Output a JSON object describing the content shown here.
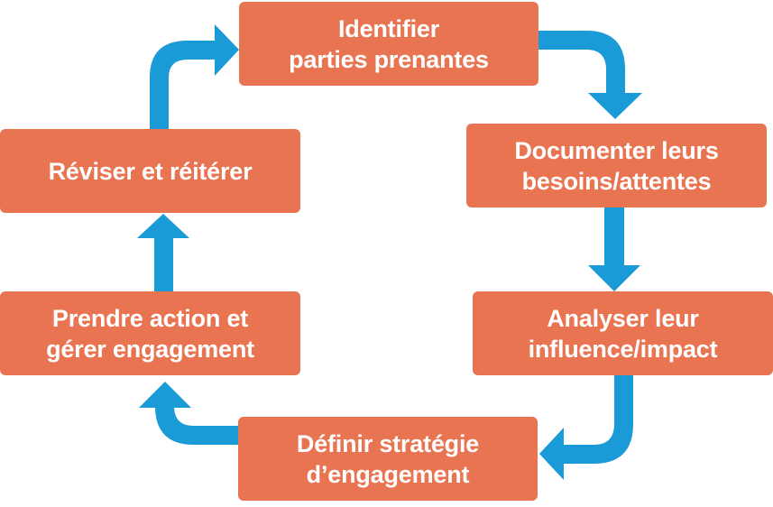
{
  "diagram": {
    "type": "cycle",
    "colors": {
      "box_fill": "#e97452",
      "box_text": "#ffffff",
      "arrow": "#1a9ad6"
    },
    "steps": [
      {
        "line1": "Identifier",
        "line2": "parties prenantes"
      },
      {
        "line1": "Documenter leurs",
        "line2": "besoins/attentes"
      },
      {
        "line1": "Analyser leur",
        "line2": "influence/impact"
      },
      {
        "line1": "Définir stratégie",
        "line2": "d’engagement"
      },
      {
        "line1": "Prendre action et",
        "line2": "gérer engagement"
      },
      {
        "line1": "Réviser et réitérer",
        "line2": ""
      }
    ],
    "flow": "clockwise"
  }
}
